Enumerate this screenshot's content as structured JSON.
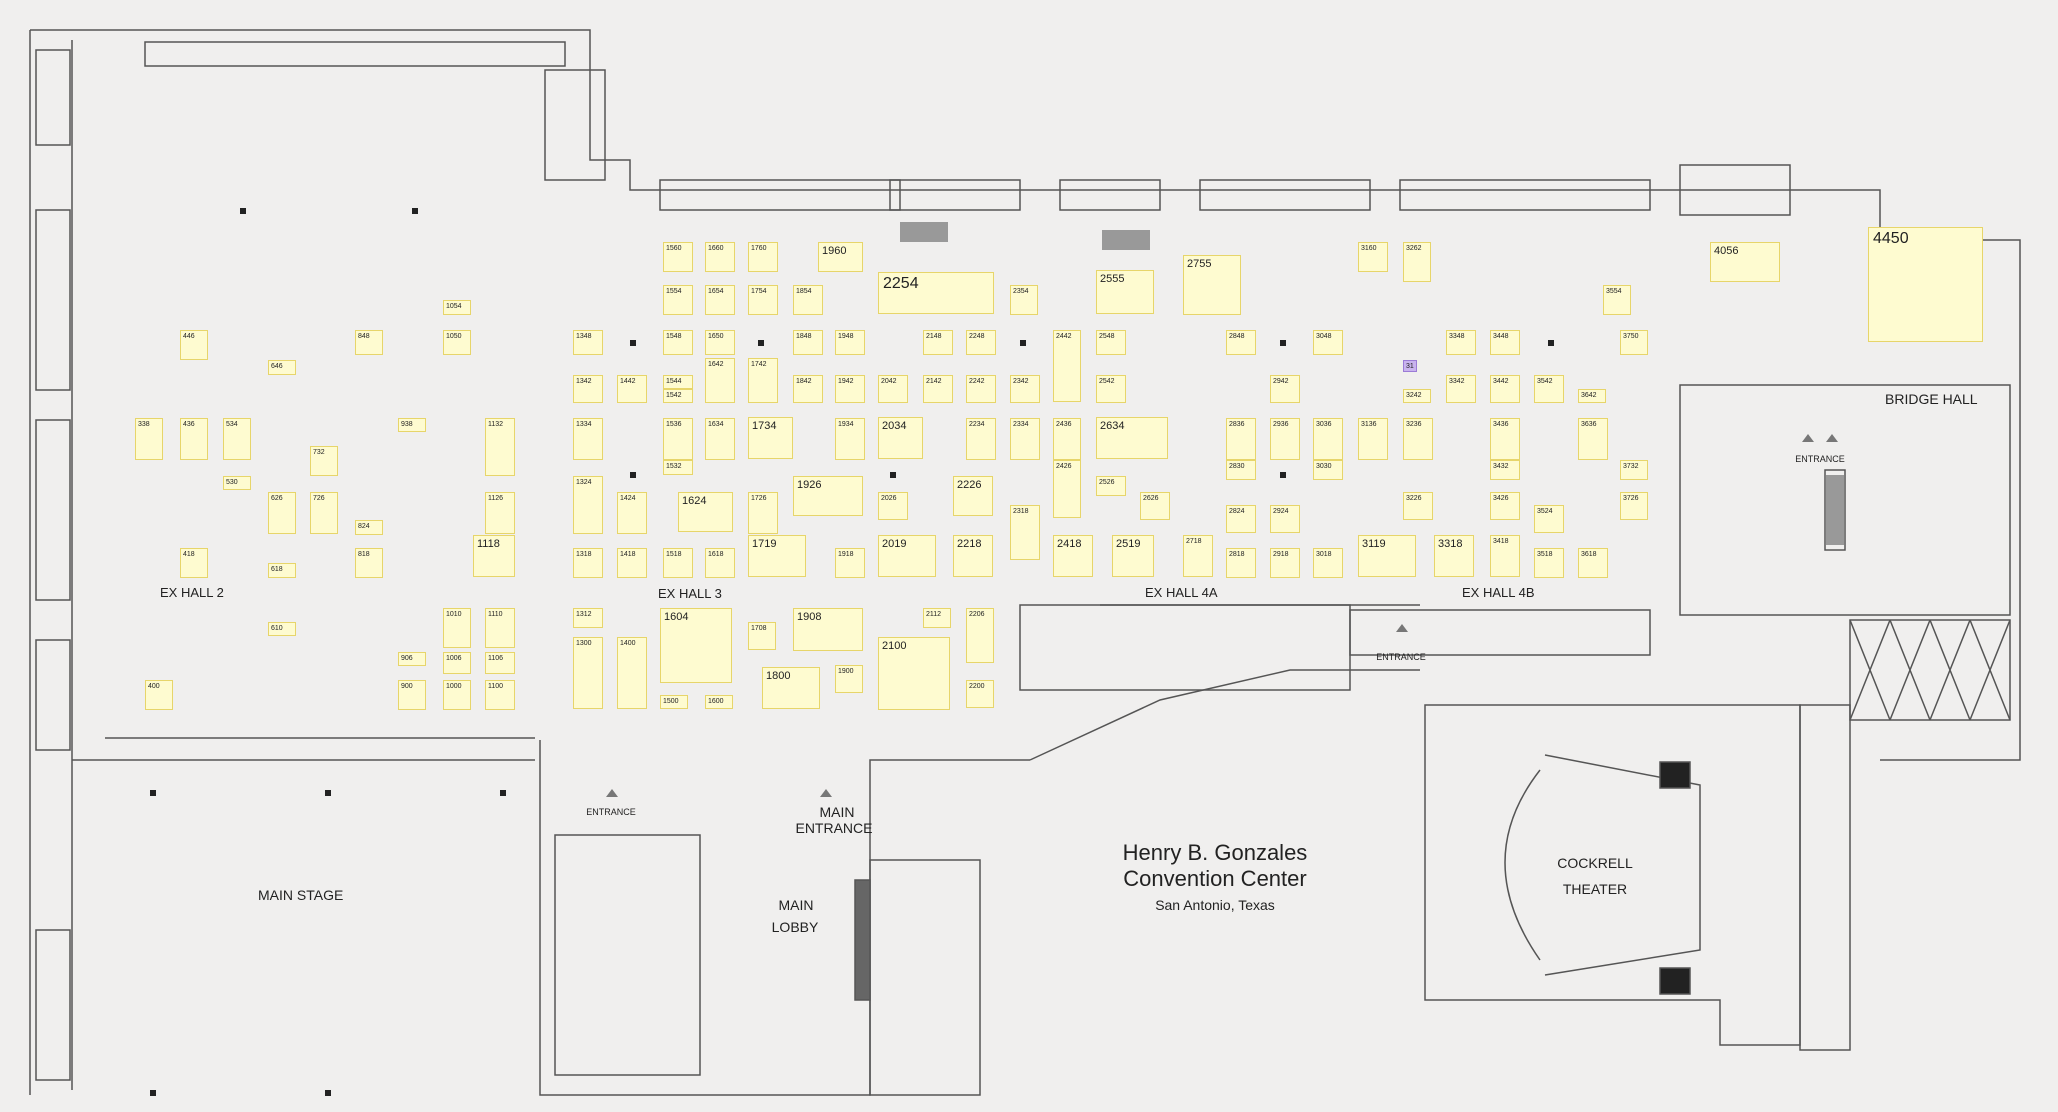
{
  "venue": {
    "name_line1": "Henry B. Gonzales",
    "name_line2": "Convention Center",
    "location": "San Antonio, Texas"
  },
  "areas": {
    "ex_hall_2": "EX HALL 2",
    "ex_hall_3": "EX HALL 3",
    "ex_hall_4a": "EX HALL 4A",
    "ex_hall_4b": "EX HALL 4B",
    "bridge_hall": "BRIDGE HALL",
    "main_stage": "MAIN STAGE",
    "main_entrance_1": "MAIN",
    "main_entrance_2": "ENTRANCE",
    "main_lobby_1": "MAIN",
    "main_lobby_2": "LOBBY",
    "theater_1": "COCKRELL",
    "theater_2": "THEATER",
    "entrance": "ENTRANCE"
  },
  "colors": {
    "booth_fill": "#fefbd0",
    "booth_border": "#e7d56a",
    "selected_booth": "#c9b3ee",
    "walls": "#555555",
    "background": "#f0efee"
  },
  "booths": {
    "b4450": "4450",
    "b4056": "4056",
    "b2254": "2254",
    "b2555": "2555",
    "b2755": "2755",
    "b1960": "1960",
    "b2634": "2634",
    "b2034": "2034",
    "b1734": "1734",
    "b1926": "1926",
    "b2226": "2226",
    "b1624": "1624",
    "b1719": "1719",
    "b2019": "2019",
    "b2218": "2218",
    "b2418": "2418",
    "b2519": "2519",
    "b3119": "3119",
    "b3318": "3318",
    "b1118": "1118",
    "b1604": "1604",
    "b1908": "1908",
    "b2100": "2100",
    "b1800": "1800",
    "b1560": "1560",
    "b1660": "1660",
    "b1760": "1760",
    "b3160": "3160",
    "b3262": "3262",
    "b1554": "1554",
    "b1654": "1654",
    "b1754": "1754",
    "b1854": "1854",
    "b2354": "2354",
    "b1054": "1054",
    "b3554": "3554",
    "b1548": "1548",
    "b1650": "1650",
    "b1848": "1848",
    "b1948": "1948",
    "b2148": "2148",
    "b2248": "2248",
    "b2442": "2442",
    "b2548": "2548",
    "b2848": "2848",
    "b3048": "3048",
    "b3348": "3348",
    "b3448": "3448",
    "b3750": "3750",
    "b1348": "1348",
    "b1050": "1050",
    "b848": "848",
    "b446": "446",
    "b646": "646",
    "b1642": "1642",
    "b1742": "1742",
    "b1342": "1342",
    "b1442": "1442",
    "b1544": "1544",
    "b1542": "1542",
    "b1842": "1842",
    "b1942": "1942",
    "b2042": "2042",
    "b2142": "2142",
    "b2242": "2242",
    "b2342": "2342",
    "b2542": "2542",
    "b2942": "2942",
    "b3342": "3342",
    "b3442": "3442",
    "b3542": "3542",
    "b3642": "3642",
    "b3242": "3242",
    "b338": "338",
    "b436": "436",
    "b534": "534",
    "b1132": "1132",
    "b1334": "1334",
    "b1536": "1536",
    "b1634": "1634",
    "b1934": "1934",
    "b2234": "2234",
    "b2334": "2334",
    "b2436": "2436",
    "b2836": "2836",
    "b2936": "2936",
    "b3036": "3036",
    "b3136": "3136",
    "b3236": "3236",
    "b3436": "3436",
    "b3636": "3636",
    "b938": "938",
    "b732": "732",
    "b530": "530",
    "b1532": "1532",
    "b2426": "2426",
    "b2526": "2526",
    "b2830": "2830",
    "b3030": "3030",
    "b3432": "3432",
    "b3732": "3732",
    "b1324": "1324",
    "b626": "626",
    "b726": "726",
    "b1126": "1126",
    "b1424": "1424",
    "b1726": "1726",
    "b2026": "2026",
    "b2626": "2626",
    "b3226": "3226",
    "b3426": "3426",
    "b3726": "3726",
    "b2318": "2318",
    "b2824": "2824",
    "b2924": "2924",
    "b3524": "3524",
    "b824": "824",
    "b418": "418",
    "b618": "618",
    "b818": "818",
    "b1318": "1318",
    "b1418": "1418",
    "b1518": "1518",
    "b1618": "1618",
    "b1918": "1918",
    "b2718": "2718",
    "b2818": "2818",
    "b2918": "2918",
    "b3018": "3018",
    "b3418": "3418",
    "b3518": "3518",
    "b3618": "3618",
    "b1010": "1010",
    "b1110": "1110",
    "b1312": "1312",
    "b1708": "1708",
    "b2112": "2112",
    "b2206": "2206",
    "b610": "610",
    "b1300": "1300",
    "b1400": "1400",
    "b1006": "1006",
    "b1106": "1106",
    "b906": "906",
    "b1900": "1900",
    "b400": "400",
    "b900": "900",
    "b1000": "1000",
    "b1100": "1100",
    "b2200": "2200",
    "b1500": "1500",
    "b1600": "1600",
    "b31": "31"
  }
}
